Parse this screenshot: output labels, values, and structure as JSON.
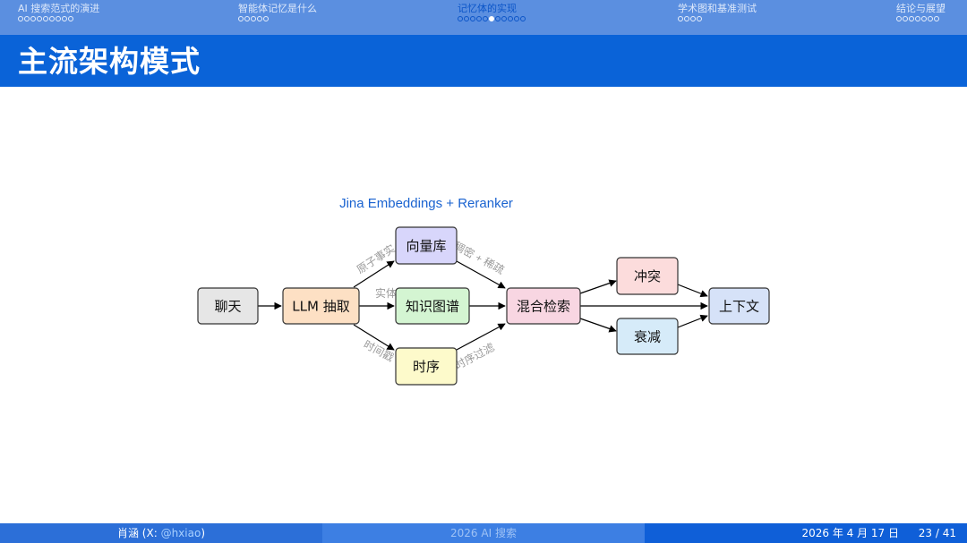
{
  "nav": [
    {
      "title": "AI 搜索范式的演进",
      "dots": 9,
      "current": -1
    },
    {
      "title": "智能体记忆是什么",
      "dots": 5,
      "current": -1
    },
    {
      "title": "记忆体的实现",
      "dots": 11,
      "current": 5
    },
    {
      "title": "学术图和基准测试",
      "dots": 4,
      "current": -1
    },
    {
      "title": "结论与展望",
      "dots": 7,
      "current": -1
    }
  ],
  "slide_title": "主流架构模式",
  "diagram": {
    "caption": "Jina Embeddings + Reranker",
    "nodes": {
      "chat": {
        "label": "聊天",
        "color": "#e6e6e6"
      },
      "llm": {
        "label": "LLM 抽取",
        "color": "#fde0c4"
      },
      "vector": {
        "label": "向量库",
        "color": "#d8d6fb"
      },
      "kg": {
        "label": "知识图谱",
        "color": "#d4f5d2"
      },
      "temporal": {
        "label": "时序",
        "color": "#fdfacb"
      },
      "hybrid": {
        "label": "混合检索",
        "color": "#f8d6e2"
      },
      "conflict": {
        "label": "冲突",
        "color": "#fcdcdc"
      },
      "decay": {
        "label": "衰减",
        "color": "#d6ebf9"
      },
      "context": {
        "label": "上下文",
        "color": "#d6e2f8"
      }
    },
    "edge_labels": {
      "atomic_facts": "原子事实",
      "entity": "实体",
      "timestamp": "时间戳",
      "dense_sparse": "稠密 + 稀疏",
      "temporal_filter": "时序过滤"
    }
  },
  "footer": {
    "author": "肖涵 (X: ",
    "handle": "@hxiao",
    "author_end": ")",
    "event": "2026 AI 搜索",
    "date": "2026 年 4 月 17 日",
    "page": "23 / 41"
  }
}
